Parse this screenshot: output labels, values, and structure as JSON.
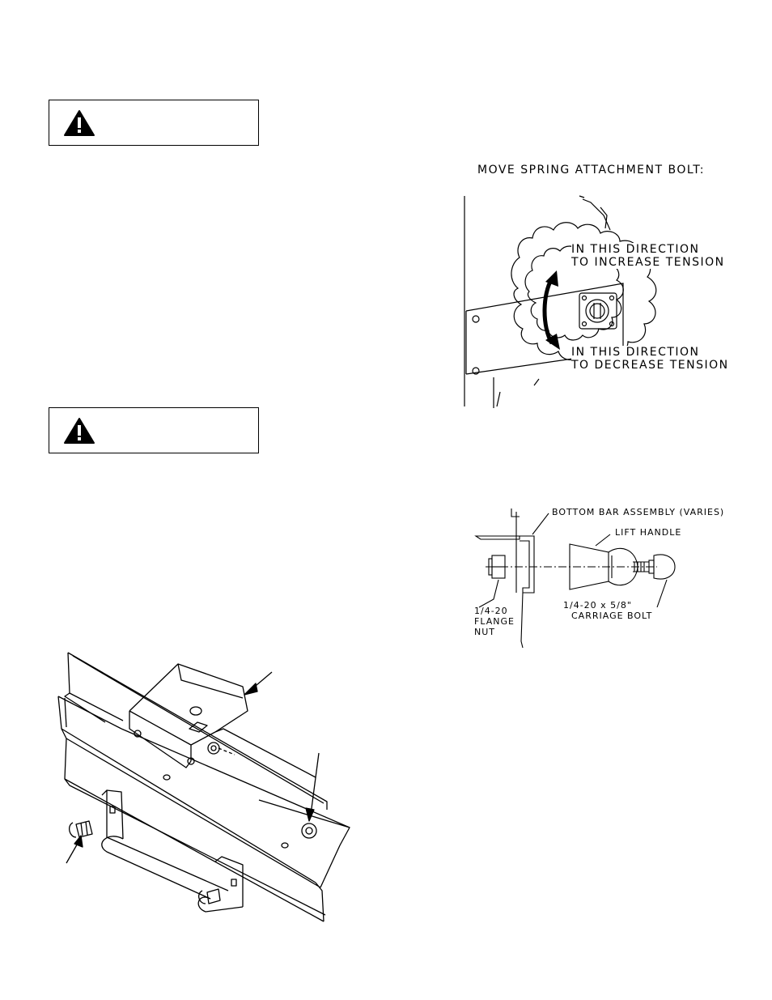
{
  "spring_figure": {
    "heading": "MOVE SPRING ATTACHMENT BOLT:",
    "increase_line1": "IN THIS DIRECTION",
    "increase_line2": "TO INCREASE TENSION",
    "decrease_line1": "IN THIS DIRECTION",
    "decrease_line2": "TO DECREASE TENSION"
  },
  "lift_handle_figure": {
    "bottom_bar_label": "BOTTOM BAR ASSEMBLY (VARIES)",
    "lift_handle_label": "LIFT HANDLE",
    "nut_line1": "1/4-20",
    "nut_line2": "FLANGE",
    "nut_line3": "NUT",
    "bolt_line1": "1/4-20 x 5/8\"",
    "bolt_line2": "CARRIAGE BOLT"
  },
  "icons": [
    "warning-triangle-icon",
    "warning-triangle-icon"
  ]
}
